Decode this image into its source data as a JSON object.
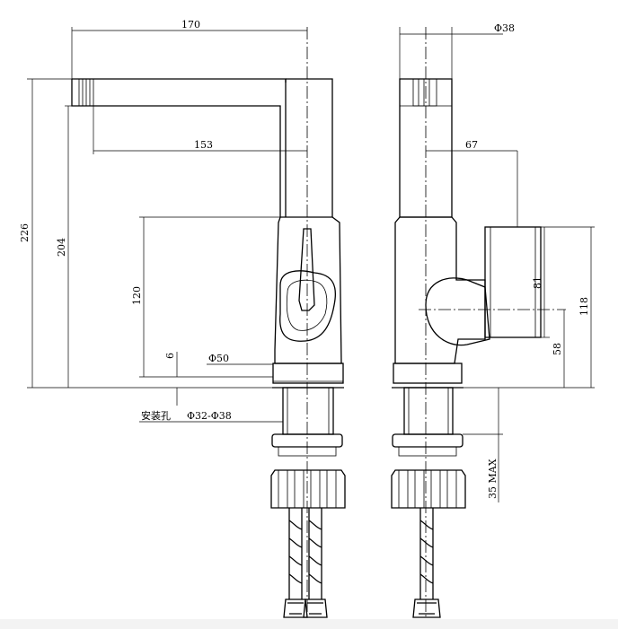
{
  "front_view": {
    "dim_total_reach": "170",
    "dim_spout_reach": "153",
    "dim_total_height": "226",
    "dim_spout_height": "204",
    "dim_body_height": "120",
    "dim_base_thickness": "6",
    "dim_base_diameter": "Φ50",
    "mounting_hole_label": "安装孔",
    "mounting_hole_range": "Φ32-Φ38"
  },
  "side_view": {
    "dim_spout_diameter": "Φ38",
    "dim_handle_offset": "67",
    "dim_handle_height": "81",
    "dim_handle_top": "118",
    "dim_handle_center": "58",
    "dim_deck_max": "35 MAX"
  }
}
